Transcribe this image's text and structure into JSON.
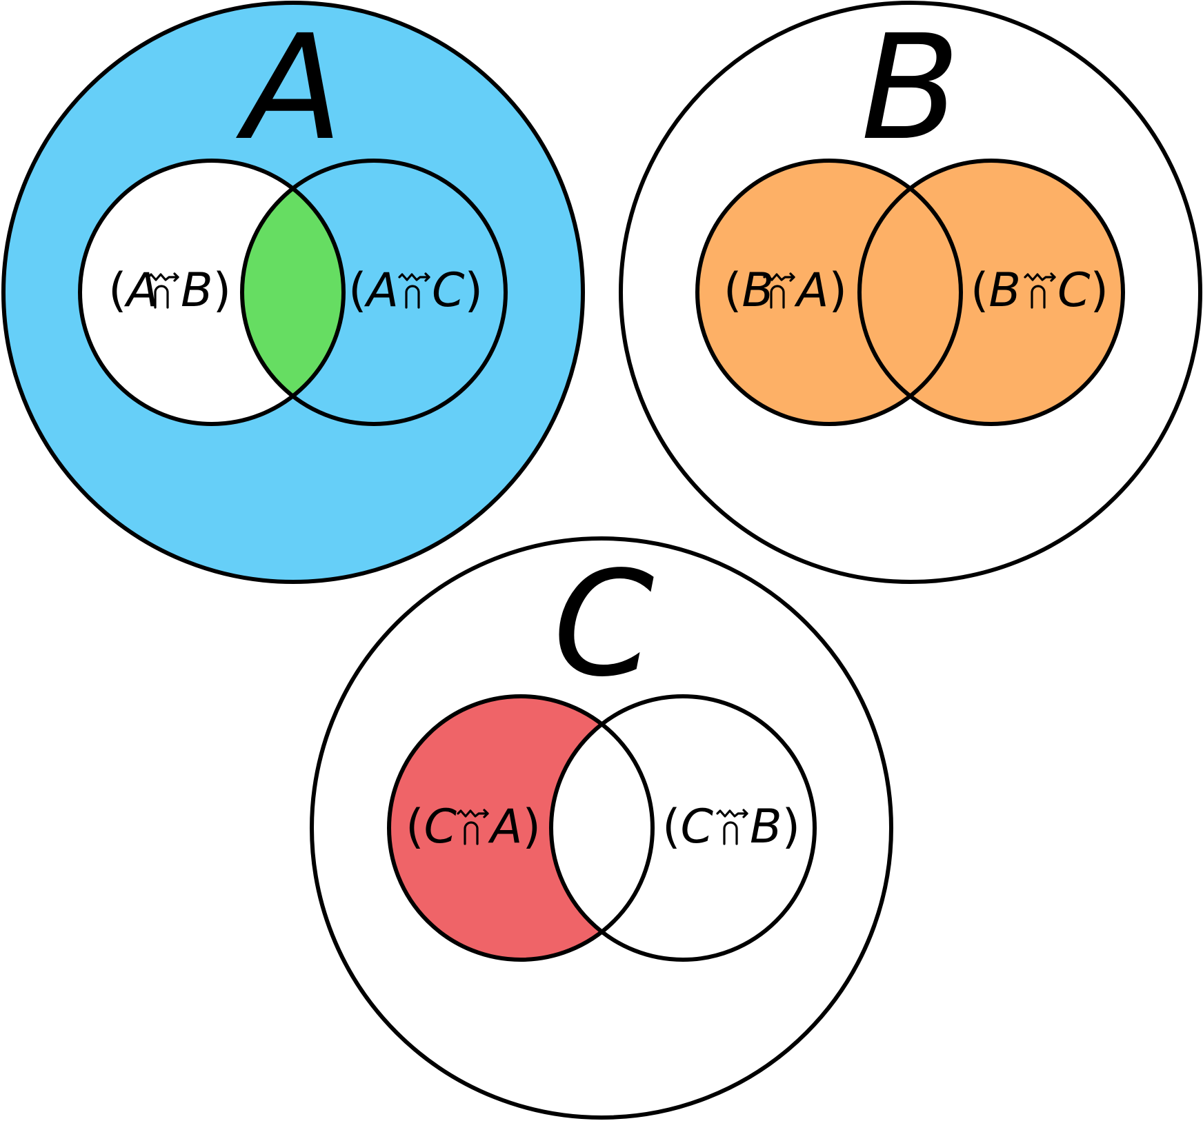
{
  "colors": {
    "background": "#ffffff",
    "stroke": "#000000",
    "set_a_fill": "#66cff8",
    "intersection_a": "#66dd62",
    "set_b_fill": "#fdb066",
    "set_c_fill": "#ef6468"
  },
  "icons": {
    "operator": "cap-with-wave-arrow-icon"
  },
  "panels": [
    {
      "id": "a",
      "title": "A",
      "left_label": {
        "open": "(",
        "left": "A",
        "right": "B",
        "close": ")"
      },
      "right_label": {
        "open": "(",
        "left": "A",
        "right": "C",
        "close": ")"
      }
    },
    {
      "id": "b",
      "title": "B",
      "left_label": {
        "open": "(",
        "left": "B",
        "right": "A",
        "close": ")"
      },
      "right_label": {
        "open": "(",
        "left": "B",
        "right": "C",
        "close": ")"
      }
    },
    {
      "id": "c",
      "title": "C",
      "left_label": {
        "open": "(",
        "left": "C",
        "right": "A",
        "close": ")"
      },
      "right_label": {
        "open": "(",
        "left": "C",
        "right": "B",
        "close": ")"
      }
    }
  ]
}
